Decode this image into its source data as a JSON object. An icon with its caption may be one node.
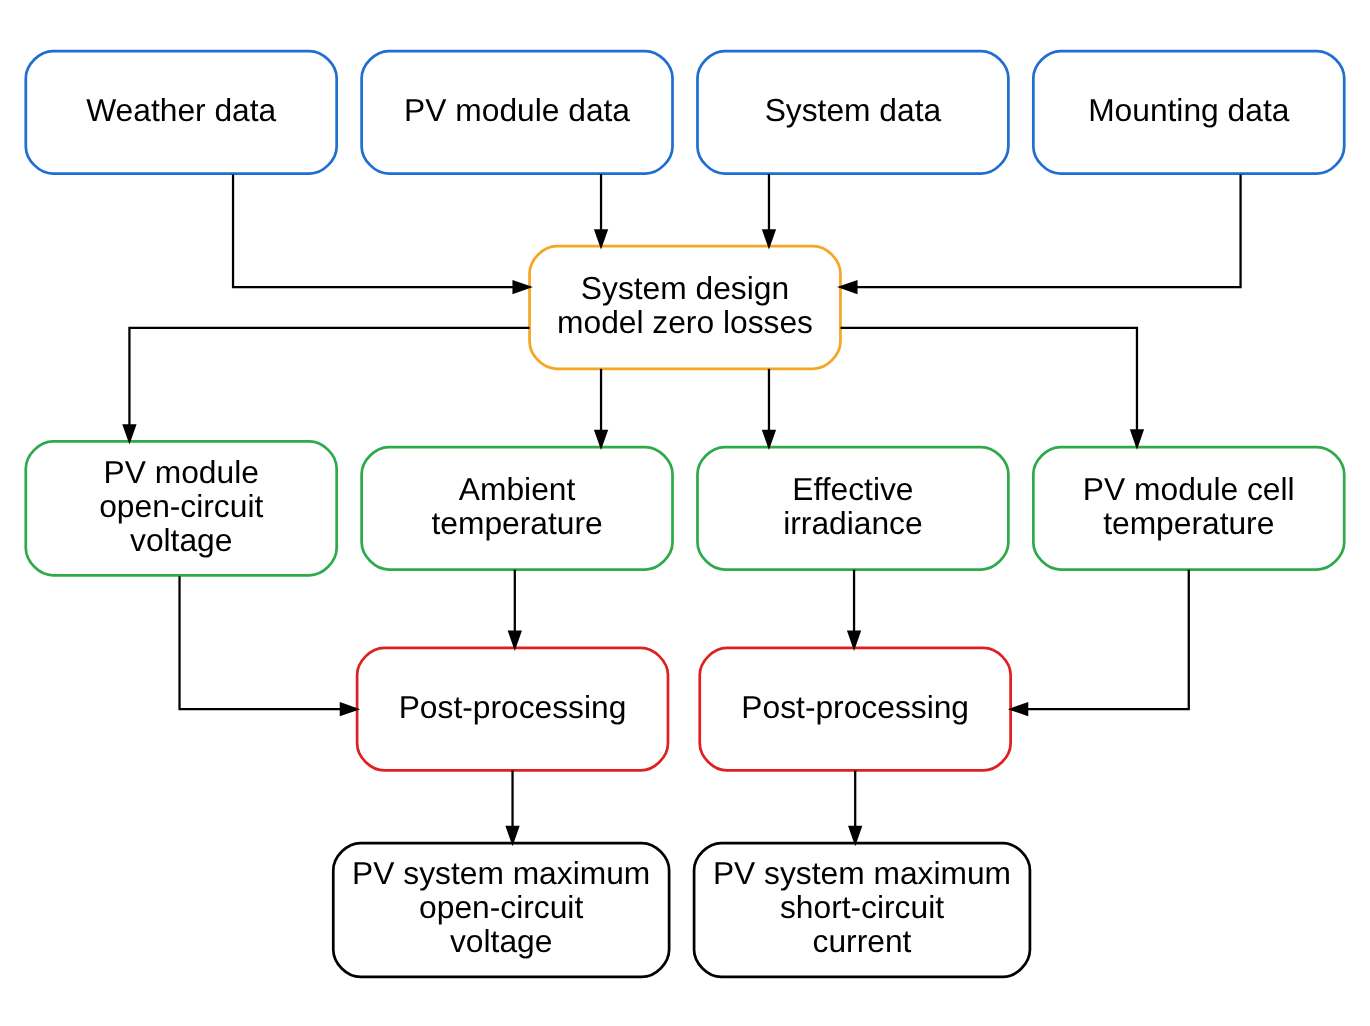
{
  "diagram": {
    "nodes": [
      {
        "text": [
          "Weather data"
        ]
      },
      {
        "text": [
          "PV module data"
        ]
      },
      {
        "text": [
          "System data"
        ]
      },
      {
        "text": [
          "Mounting data"
        ]
      },
      {
        "text": [
          "System design model zero losses"
        ]
      },
      {
        "text": [
          "PV module open-circuit voltage"
        ]
      },
      {
        "text": [
          "Ambient temperature"
        ]
      },
      {
        "text": [
          "Effective irradiance"
        ]
      },
      {
        "text": [
          "PV module cell temperature"
        ]
      },
      {
        "text": [
          "Post-processing"
        ]
      },
      {
        "text": [
          "Post-processing"
        ]
      },
      {
        "text": [
          "PV system maximum open-circuit voltage"
        ]
      },
      {
        "text": [
          "PV system maximum short-circuit current"
        ]
      }
    ],
    "edges": [
      {
        "from": 0,
        "to": 4,
        "arrow": "to"
      },
      {
        "from": 1,
        "to": 4,
        "arrow": "to"
      },
      {
        "from": 2,
        "to": 4,
        "arrow": "to"
      },
      {
        "from": 3,
        "to": 4,
        "arrow": "to"
      },
      {
        "from": 4,
        "to": 5,
        "arrow": "to"
      },
      {
        "from": 4,
        "to": 6,
        "arrow": "to"
      },
      {
        "from": 4,
        "to": 7,
        "arrow": "to"
      },
      {
        "from": 4,
        "to": 8,
        "arrow": "to"
      },
      {
        "from": 5,
        "to": 9,
        "arrow": "to"
      },
      {
        "from": 6,
        "to": 9,
        "arrow": "to"
      },
      {
        "from": 7,
        "to": 10,
        "arrow": "to"
      },
      {
        "from": 8,
        "to": 10,
        "arrow": "to"
      },
      {
        "from": 9,
        "to": 11,
        "arrow": "to"
      },
      {
        "from": 10,
        "to": 12,
        "arrow": "to"
      }
    ]
  }
}
